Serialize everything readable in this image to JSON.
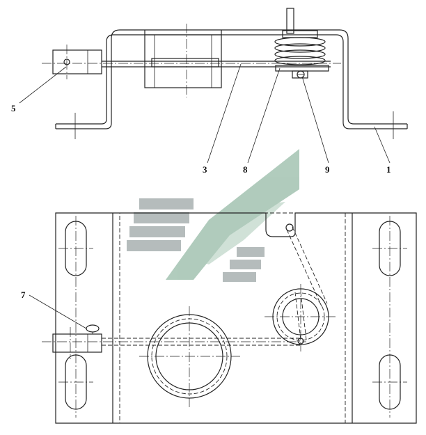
{
  "callouts": {
    "c1": "1",
    "c3": "3",
    "c5": "5",
    "c7": "7",
    "c8": "8",
    "c9": "9"
  },
  "watermark_colors": [
    "#a9b1b1",
    "#a3c3b1"
  ]
}
